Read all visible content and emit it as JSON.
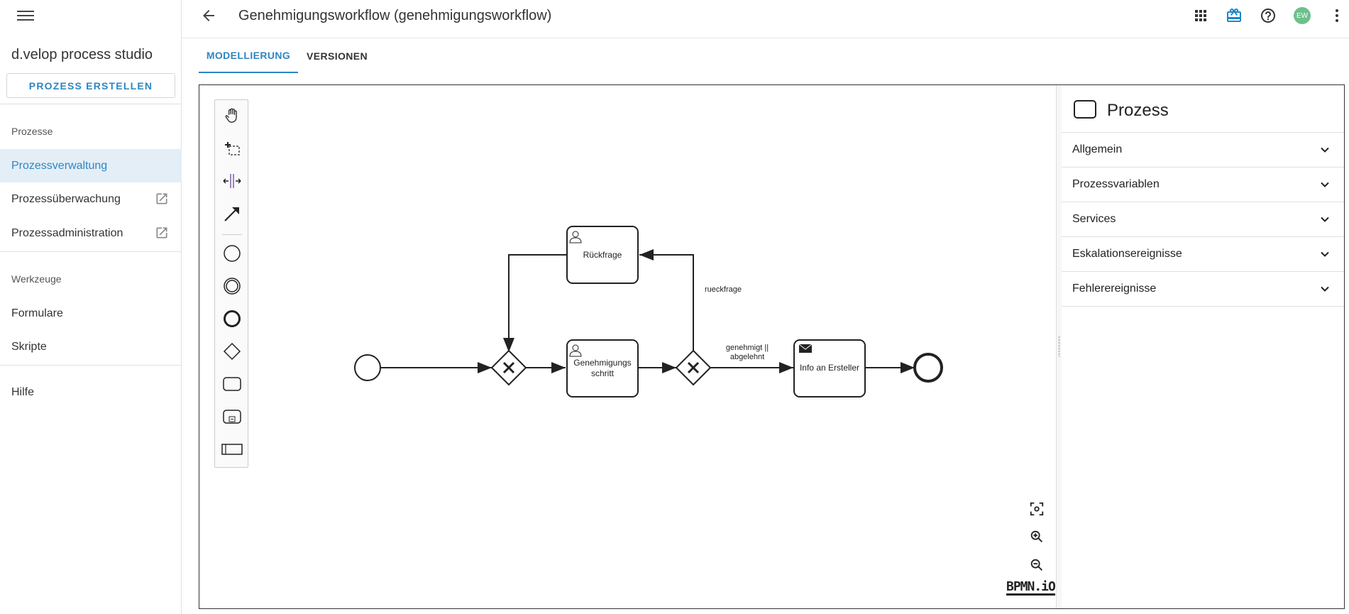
{
  "sidebar": {
    "app_title": "d.velop process studio",
    "create_button": "PROZESS ERSTELLEN",
    "section_processes": "Prozesse",
    "items_processes": [
      {
        "label": "Prozessverwaltung",
        "active": true
      },
      {
        "label": "Prozessüberwachung",
        "external": true
      },
      {
        "label": "Prozessadministration",
        "external": true
      }
    ],
    "section_tools": "Werkzeuge",
    "items_tools": [
      {
        "label": "Formulare"
      },
      {
        "label": "Skripte"
      }
    ],
    "help": "Hilfe"
  },
  "header": {
    "title": "Genehmigungsworkflow (genehmigungsworkflow)",
    "avatar_initials": "EW",
    "icons": [
      "apps-grid-icon",
      "gift-icon",
      "help-circle-icon",
      "avatar",
      "more-vert-icon"
    ]
  },
  "tabs": [
    {
      "label": "MODELLIERUNG",
      "active": true
    },
    {
      "label": "VERSIONEN",
      "active": false
    }
  ],
  "diagram": {
    "tasks": {
      "rueckfrage": "Rückfrage",
      "genehmigung_line1": "Genehmigungs",
      "genehmigung_line2": "schritt",
      "info": "Info an Ersteller"
    },
    "flow_labels": {
      "rueckfrage": "rueckfrage",
      "genehmigt_line1": "genehmigt ||",
      "genehmigt_line2": "abgelehnt"
    },
    "logo": "BPMN.iO"
  },
  "properties": {
    "title": "Prozess",
    "sections": [
      "Allgemein",
      "Prozessvariablen",
      "Services",
      "Eskalationsereignisse",
      "Fehlerereignisse"
    ]
  },
  "colors": {
    "accent": "#2e86c1",
    "active_bg": "#e3eef7",
    "avatar": "#6cc08b",
    "gift": "#1e88c8"
  }
}
